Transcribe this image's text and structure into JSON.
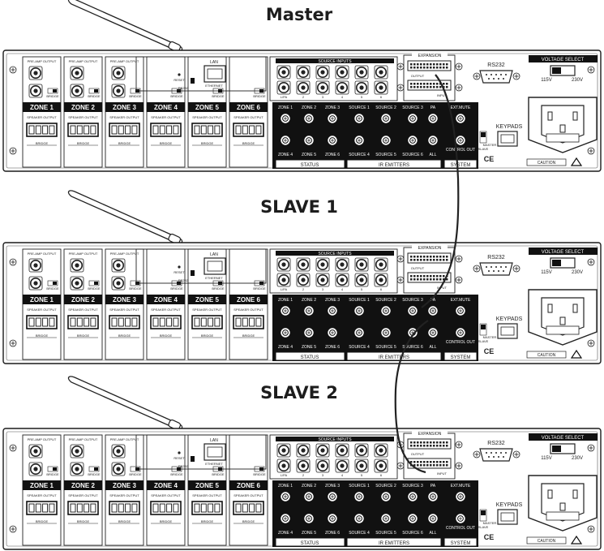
{
  "units": [
    {
      "title": "Master",
      "rear_panel": {
        "preamp_label": "PRE-AMP OUTPUT",
        "zones": [
          "ZONE 1",
          "ZONE 2",
          "ZONE 3",
          "ZONE 4",
          "ZONE 5",
          "ZONE 6"
        ],
        "speaker_output_label": "SPEAKER OUTPUT",
        "bridge_label": "BRIDGE",
        "lan_label": "LAN",
        "reset_label": "RESET",
        "rs232_small": "RS232",
        "ethernet_label": "ETHERNET",
        "source_inputs_label": "SOURCE INPUTS",
        "source_numbers": [
          "L/PA",
          "2",
          "3",
          "4",
          "5",
          "6"
        ],
        "expansion_label": "EXPANSION",
        "output_label": "OUTPUT",
        "input_label": "INPUT",
        "rs232_label": "RS232",
        "voltage_select_label": "VOLTAGE SELECT",
        "v115": "115V",
        "v230": "230V",
        "keypads_label": "KEYPADS",
        "status_zones": [
          "ZONE 1",
          "ZONE 2",
          "ZONE 3",
          "ZONE 4",
          "ZONE 5",
          "ZONE 6"
        ],
        "status_label": "STATUS",
        "ir_sources": [
          "SOURCE 1",
          "SOURCE 2",
          "SOURCE 3",
          "SOURCE 4",
          "SOURCE 5",
          "SOURCE 6"
        ],
        "ir_label": "IR EMITTERS",
        "pa_label": "PA",
        "all_label": "ALL",
        "extmute_label": "EXT.MUTE",
        "control_out_label": "CONTROL OUT",
        "system_label": "SYSTEM",
        "slave_label": "SLAVE",
        "master_label": "MASTER",
        "caution_label": "CAUTION"
      }
    },
    {
      "title": "SLAVE 1",
      "rear_panel": {
        "preamp_label": "PRE-AMP OUTPUT",
        "zones": [
          "ZONE 1",
          "ZONE 2",
          "ZONE 3",
          "ZONE 4",
          "ZONE 5",
          "ZONE 6"
        ],
        "speaker_output_label": "SPEAKER OUTPUT",
        "bridge_label": "BRIDGE",
        "lan_label": "LAN",
        "reset_label": "RESET",
        "rs232_small": "RS232",
        "ethernet_label": "ETHERNET",
        "source_inputs_label": "SOURCE INPUTS",
        "source_numbers": [
          "L/PA",
          "2",
          "3",
          "4",
          "5",
          "6"
        ],
        "expansion_label": "EXPANSION",
        "output_label": "OUTPUT",
        "input_label": "INPUT",
        "rs232_label": "RS232",
        "voltage_select_label": "VOLTAGE SELECT",
        "v115": "115V",
        "v230": "230V",
        "keypads_label": "KEYPADS",
        "status_zones": [
          "ZONE 1",
          "ZONE 2",
          "ZONE 3",
          "ZONE 4",
          "ZONE 5",
          "ZONE 6"
        ],
        "status_label": "STATUS",
        "ir_sources": [
          "SOURCE 1",
          "SOURCE 2",
          "SOURCE 3",
          "SOURCE 4",
          "SOURCE 5",
          "SOURCE 6"
        ],
        "ir_label": "IR EMITTERS",
        "pa_label": "PA",
        "all_label": "ALL",
        "extmute_label": "EXT.MUTE",
        "control_out_label": "CONTROL OUT",
        "system_label": "SYSTEM",
        "slave_label": "SLAVE",
        "master_label": "MASTER",
        "caution_label": "CAUTION"
      }
    },
    {
      "title": "SLAVE 2",
      "rear_panel": {
        "preamp_label": "PRE-AMP OUTPUT",
        "zones": [
          "ZONE 1",
          "ZONE 2",
          "ZONE 3",
          "ZONE 4",
          "ZONE 5",
          "ZONE 6"
        ],
        "speaker_output_label": "SPEAKER OUTPUT",
        "bridge_label": "BRIDGE",
        "lan_label": "LAN",
        "reset_label": "RESET",
        "rs232_small": "RS232",
        "ethernet_label": "ETHERNET",
        "source_inputs_label": "SOURCE INPUTS",
        "source_numbers": [
          "L/PA",
          "2",
          "3",
          "4",
          "5",
          "6"
        ],
        "expansion_label": "EXPANSION",
        "output_label": "OUTPUT",
        "input_label": "INPUT",
        "rs232_label": "RS232",
        "voltage_select_label": "VOLTAGE SELECT",
        "v115": "115V",
        "v230": "230V",
        "keypads_label": "KEYPADS",
        "status_zones": [
          "ZONE 1",
          "ZONE 2",
          "ZONE 3",
          "ZONE 4",
          "ZONE 5",
          "ZONE 6"
        ],
        "status_label": "STATUS",
        "ir_sources": [
          "SOURCE 1",
          "SOURCE 2",
          "SOURCE 3",
          "SOURCE 4",
          "SOURCE 5",
          "SOURCE 6"
        ],
        "ir_label": "IR EMITTERS",
        "pa_label": "PA",
        "all_label": "ALL",
        "extmute_label": "EXT.MUTE",
        "control_out_label": "CONTROL OUT",
        "system_label": "SYSTEM",
        "slave_label": "SLAVE",
        "master_label": "MASTER",
        "caution_label": "CAUTION"
      }
    }
  ],
  "colors": {
    "panel_fill": "#ffffff",
    "panel_stroke": "#1a1a1a",
    "black_block": "#111111",
    "cable": "#222222"
  }
}
